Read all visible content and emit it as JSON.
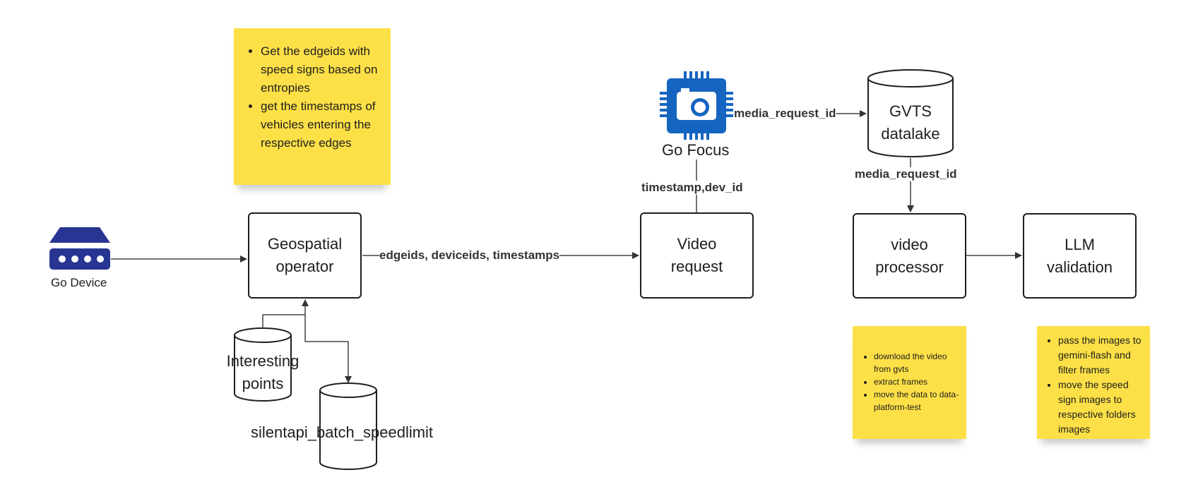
{
  "nodes": {
    "go_device": {
      "label": "Go Device"
    },
    "geospatial": {
      "label": "Geospatial\noperator"
    },
    "interesting_points": {
      "label": "Interesting\npoints"
    },
    "silentapi": {
      "label": "silentapi_batch_speedlimit"
    },
    "go_focus": {
      "label": "Go Focus"
    },
    "video_request": {
      "label": "Video\nrequest"
    },
    "gvts": {
      "label": "GVTS\ndatalake"
    },
    "video_processor": {
      "label": "video\nprocessor"
    },
    "llm_validation": {
      "label": "LLM\nvalidation"
    }
  },
  "edges": {
    "geo_to_video": {
      "label": "edgeids, deviceids, timestamps"
    },
    "focus_to_request": {
      "label": "timestamp,dev_id"
    },
    "focus_to_gvts": {
      "label": "media_request_id"
    },
    "gvts_to_processor": {
      "label": "media_request_id"
    }
  },
  "notes": {
    "geospatial_note": [
      "Get the edgeids with speed signs based on entropies",
      "get the timestamps of vehicles entering the respective edges"
    ],
    "processor_note": [
      "download the video from gvts",
      "extract frames",
      "move the data to data-platform-test"
    ],
    "llm_note": [
      "pass the images to gemini-flash and filter frames",
      "move the speed sign images to respective folders images"
    ]
  },
  "colors": {
    "sticky": "#fde047",
    "device_icon": "#283593",
    "camera_chip": "#1565c0",
    "stroke": "#1e1e1e"
  }
}
